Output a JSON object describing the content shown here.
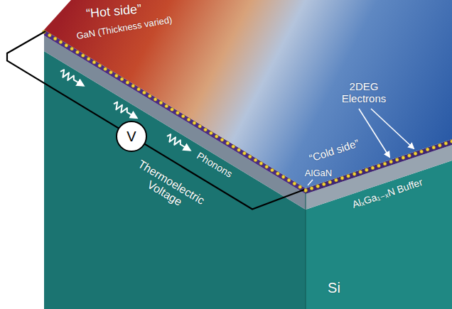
{
  "diagram": {
    "nodes": [
      {
        "text": [
          "V"
        ]
      }
    ],
    "labels": [
      "“Hot side”",
      "GaN (Thickness varied)",
      "2DEG Electrons",
      "AlGaN",
      "“Cold side”",
      "AlₓGa₁₋ₓN Buffer",
      "Phonons",
      "Thermoelectric Voltage",
      "Si"
    ]
  }
}
